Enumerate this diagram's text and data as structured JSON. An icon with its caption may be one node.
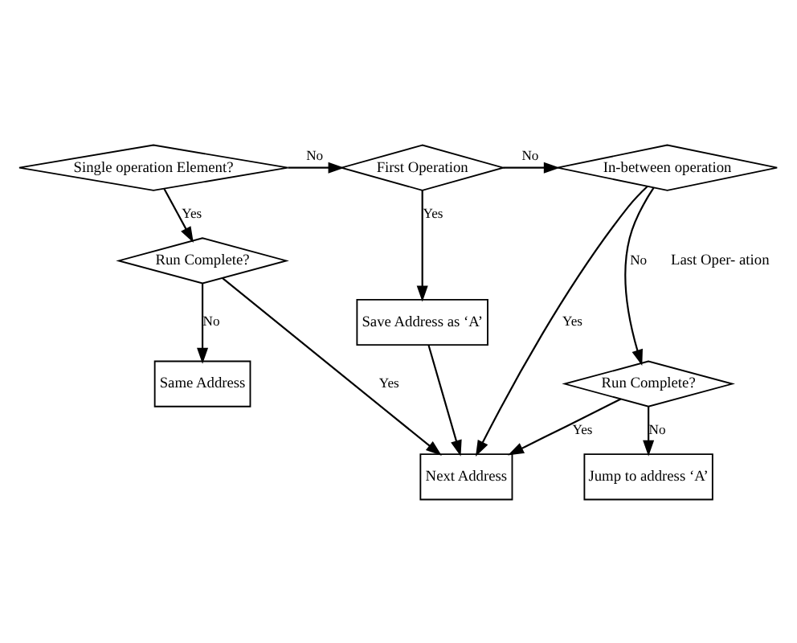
{
  "diagram": {
    "nodes": [
      {
        "text": [
          "Single operation Element?"
        ]
      },
      {
        "text": [
          "First Operation"
        ]
      },
      {
        "text": [
          "In-between operation"
        ]
      },
      {
        "text": [
          "Run Complete?"
        ]
      },
      {
        "text": [
          "Same Address"
        ]
      },
      {
        "text": [
          "Save Address as ‘A’"
        ]
      },
      {
        "text": [
          "Run Complete?"
        ]
      },
      {
        "text": [
          "Jump to address ‘A’"
        ]
      },
      {
        "text": [
          "Next Address"
        ]
      }
    ],
    "edges": [
      {
        "from": 0,
        "to": 1,
        "arrow": "to",
        "label": "No"
      },
      {
        "from": 0,
        "to": 3,
        "arrow": "to",
        "label": "Yes"
      },
      {
        "from": 1,
        "to": 2,
        "arrow": "to",
        "label": "No"
      },
      {
        "from": 1,
        "to": 5,
        "arrow": "to",
        "label": "Yes"
      },
      {
        "from": 2,
        "to": 6,
        "arrow": "to",
        "label": "No"
      },
      {
        "from": 2,
        "to": 8,
        "arrow": "to",
        "label": "Yes"
      },
      {
        "from": 3,
        "to": 4,
        "arrow": "to",
        "label": "No"
      },
      {
        "from": 3,
        "to": 8,
        "arrow": "to",
        "label": "Yes"
      },
      {
        "from": 5,
        "to": 8,
        "arrow": "to"
      },
      {
        "from": 6,
        "to": 7,
        "arrow": "to",
        "label": "No"
      },
      {
        "from": 6,
        "to": 8,
        "arrow": "to",
        "label": "Yes"
      }
    ],
    "labels": [
      "Last Oper- ation"
    ]
  }
}
